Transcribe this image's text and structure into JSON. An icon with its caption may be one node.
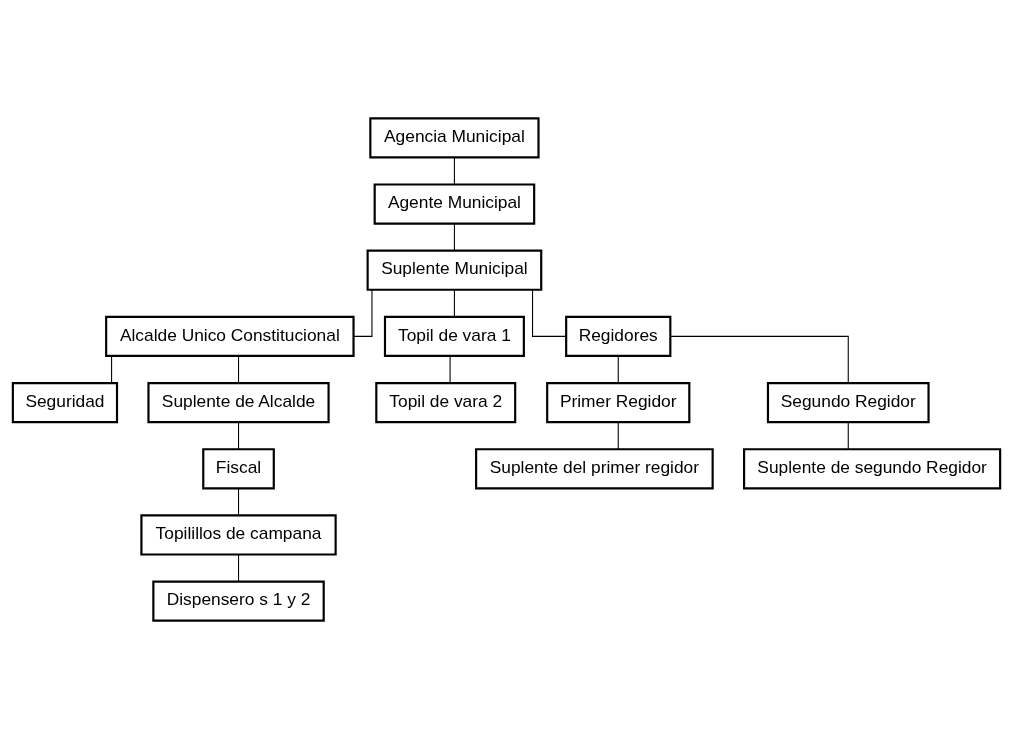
{
  "diagram": {
    "nodes": [
      {
        "text": [
          "Agencia Municipal"
        ]
      },
      {
        "text": [
          "Agente Municipal"
        ]
      },
      {
        "text": [
          "Suplente Municipal"
        ]
      },
      {
        "text": [
          "Alcalde Unico Constitucional"
        ]
      },
      {
        "text": [
          "Topil de vara 1"
        ]
      },
      {
        "text": [
          "Seguridad"
        ]
      },
      {
        "text": [
          "Regidores"
        ]
      },
      {
        "text": [
          "Suplente de Alcalde"
        ]
      },
      {
        "text": [
          "Topil de vara 2"
        ]
      },
      {
        "text": [
          "Fiscal"
        ]
      },
      {
        "text": [
          "Primer Regidor"
        ]
      },
      {
        "text": [
          "Segundo Regidor"
        ]
      },
      {
        "text": [
          "Topilillos de campana"
        ]
      },
      {
        "text": [
          "Suplente de segundo Regidor"
        ]
      },
      {
        "text": [
          "Dispensero s 1 y 2"
        ]
      },
      {
        "text": [
          "Suplente del primer regidor"
        ]
      }
    ],
    "edges": [
      {
        "from": 0,
        "to": 1,
        "arrow": "none"
      },
      {
        "from": 1,
        "to": 2,
        "arrow": "none"
      },
      {
        "from": 2,
        "to": 3,
        "arrow": "none"
      },
      {
        "from": 2,
        "to": 4,
        "arrow": "none"
      },
      {
        "from": 2,
        "to": 6,
        "arrow": "none"
      },
      {
        "from": 3,
        "to": 5,
        "arrow": "none"
      },
      {
        "from": 3,
        "to": 7,
        "arrow": "none"
      },
      {
        "from": 7,
        "to": 9,
        "arrow": "none"
      },
      {
        "from": 9,
        "to": 12,
        "arrow": "none"
      },
      {
        "from": 12,
        "to": 14,
        "arrow": "none"
      },
      {
        "from": 4,
        "to": 8,
        "arrow": "none"
      },
      {
        "from": 6,
        "to": 10,
        "arrow": "none"
      },
      {
        "from": 6,
        "to": 11,
        "arrow": "none"
      },
      {
        "from": 10,
        "to": 15,
        "arrow": "none"
      },
      {
        "from": 11,
        "to": 13,
        "arrow": "none"
      }
    ]
  }
}
